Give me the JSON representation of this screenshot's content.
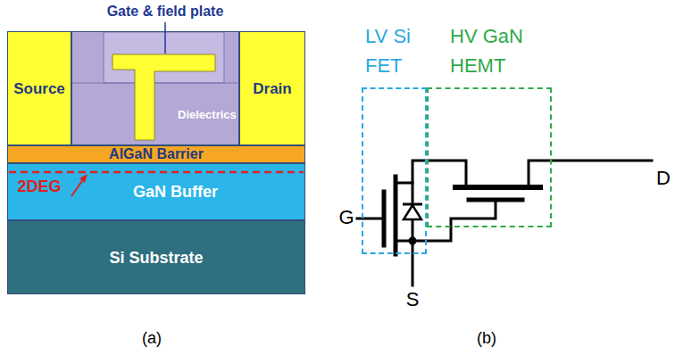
{
  "diagram": {
    "nodes": [
      {
        "text": [
          "Source"
        ]
      },
      {
        "text": [
          "Dielectrics"
        ]
      },
      {
        "text": [
          "Drain"
        ]
      },
      {
        "text": [
          "AlGaN Barrier"
        ]
      },
      {
        "text": [
          "GaN Buffer"
        ]
      },
      {
        "text": [
          "Si Substrate"
        ]
      },
      {
        "text": [
          "LV Si FET"
        ]
      },
      {
        "text": [
          "HV GaN HEMT"
        ]
      }
    ],
    "labels": [
      "Gate & field plate",
      "2DEG",
      "G",
      "S",
      "D",
      "(a)",
      "(b)"
    ]
  }
}
